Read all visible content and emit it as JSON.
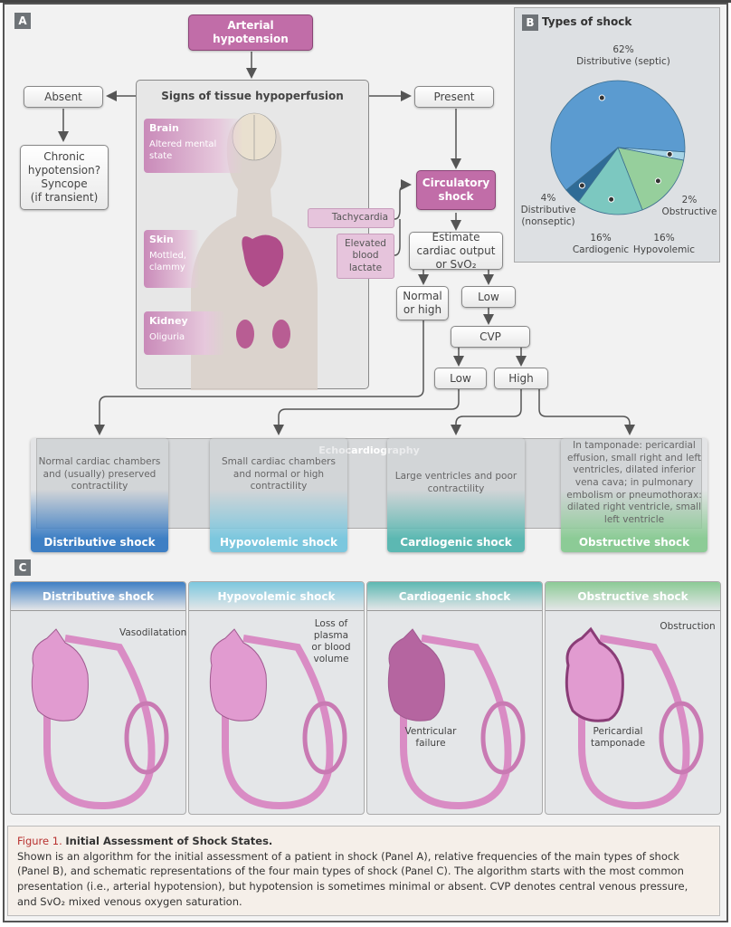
{
  "panel_a": {
    "letter": "A",
    "arterial_hypotension": "Arterial hypotension",
    "absent": "Absent",
    "present": "Present",
    "chronic": [
      "Chronic",
      "hypotension?",
      "Syncope",
      "(if transient)"
    ],
    "signs_title": "Signs of tissue hypoperfusion",
    "organs": [
      {
        "name": "Brain",
        "sign": "Altered mental state"
      },
      {
        "name": "Skin",
        "sign": "Mottled, clammy"
      },
      {
        "name": "Kidney",
        "sign": "Oliguria"
      }
    ],
    "tachycardia": "Tachycardia",
    "lactate": "Elevated blood lactate",
    "circulatory_shock": "Circulatory shock",
    "estimate": "Estimate cardiac output or SvO₂",
    "normal_or_high": "Normal or high",
    "low": "Low",
    "cvp": "CVP",
    "cvp_low": "Low",
    "cvp_high": "High",
    "echo_title": "Echocardiography",
    "shock_types": [
      {
        "name": "Distributive shock",
        "echo": "Normal cardiac chambers and (usually) preserved contractility",
        "color": "#3e7fc4"
      },
      {
        "name": "Hypovolemic shock",
        "echo": "Small cardiac chambers and normal or high contractility",
        "color": "#7cc7de"
      },
      {
        "name": "Cardiogenic shock",
        "echo": "Large ventricles and poor contractility",
        "color": "#5cb8b2"
      },
      {
        "name": "Obstructive shock",
        "echo": "In tamponade: pericardial effusion, small right and left ventricles, dilated inferior vena cava; in pulmonary embolism or pneumothorax: dilated right ventricle, small left ventricle",
        "color": "#8ccb96"
      }
    ]
  },
  "panel_b": {
    "letter": "B",
    "title": "Types of shock"
  },
  "chart_data": {
    "type": "pie",
    "title": "Types of shock",
    "categories": [
      "Distributive (septic)",
      "Obstructive",
      "Hypovolemic",
      "Cardiogenic",
      "Distributive (nonseptic)"
    ],
    "values": [
      62,
      2,
      16,
      16,
      4
    ],
    "labels": [
      "62%",
      "2%",
      "16%",
      "16%",
      "4%"
    ],
    "colors": [
      "#5b9bd0",
      "#a6d4e6",
      "#96cf9c",
      "#7cc8c0",
      "#2f6b96"
    ]
  },
  "panel_c": {
    "letter": "C",
    "panels": [
      {
        "title": "Distributive shock",
        "annotations": [
          "Vasodilatation"
        ],
        "color": "#3e7fc4"
      },
      {
        "title": "Hypovolemic shock",
        "annotations": [
          "Loss of plasma or blood volume"
        ],
        "color": "#7cc7de"
      },
      {
        "title": "Cardiogenic shock",
        "annotations": [
          "Ventricular failure"
        ],
        "color": "#5cb8b2"
      },
      {
        "title": "Obstructive shock",
        "annotations": [
          "Obstruction",
          "Pericardial tamponade"
        ],
        "color": "#8ccb96"
      }
    ]
  },
  "caption": {
    "figure": "Figure 1.",
    "title": "Initial Assessment of Shock States.",
    "text": "Shown is an algorithm for the initial assessment of a patient in shock (Panel A), relative frequencies of the main types of shock (Panel B), and schematic representations of the four main types of shock (Panel C). The algorithm starts with the most common presentation (i.e., arterial hypotension), but hypotension is sometimes minimal or absent. CVP denotes central venous pressure, and SvO₂ mixed venous oxygen saturation."
  }
}
